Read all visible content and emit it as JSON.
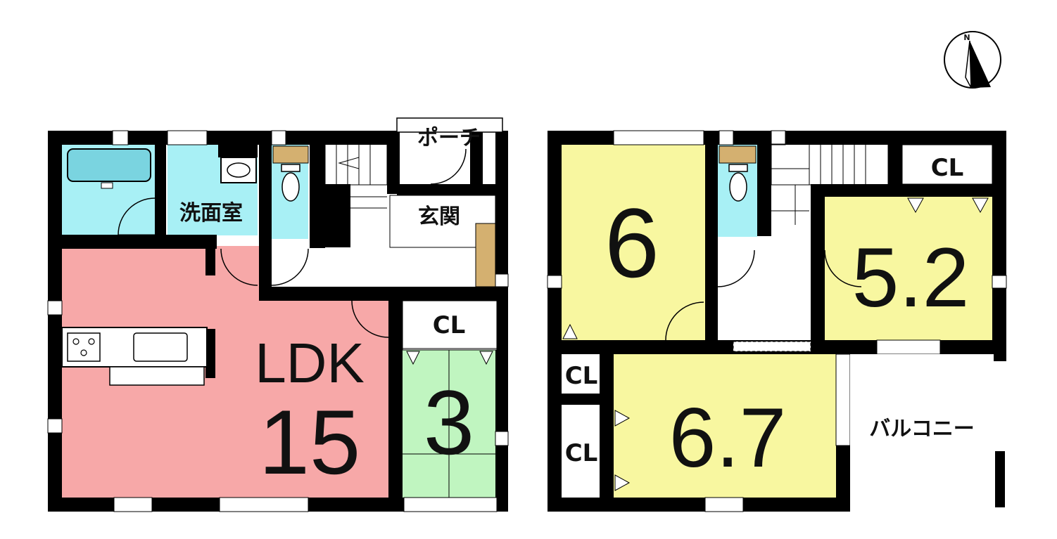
{
  "compass": {
    "north": "N"
  },
  "floor1": {
    "porch": "ポーチ",
    "entrance": "玄関",
    "washroom": "洗面室",
    "ldk": "LDK",
    "ldk_size": "15",
    "closet": "CL",
    "washitsu_size": "3"
  },
  "floor2": {
    "room_a_size": "6",
    "room_b_size": "5.2",
    "room_c_size": "6.7",
    "closet_top": "CL",
    "closet_left_1": "CL",
    "closet_left_2": "CL",
    "balcony": "バルコニー"
  },
  "colors": {
    "ldk": "#f7a8a8",
    "wet_area": "#a8f0f5",
    "tatami": "#c0f5c0",
    "western_room": "#f8f7a0",
    "wall": "#000000"
  }
}
